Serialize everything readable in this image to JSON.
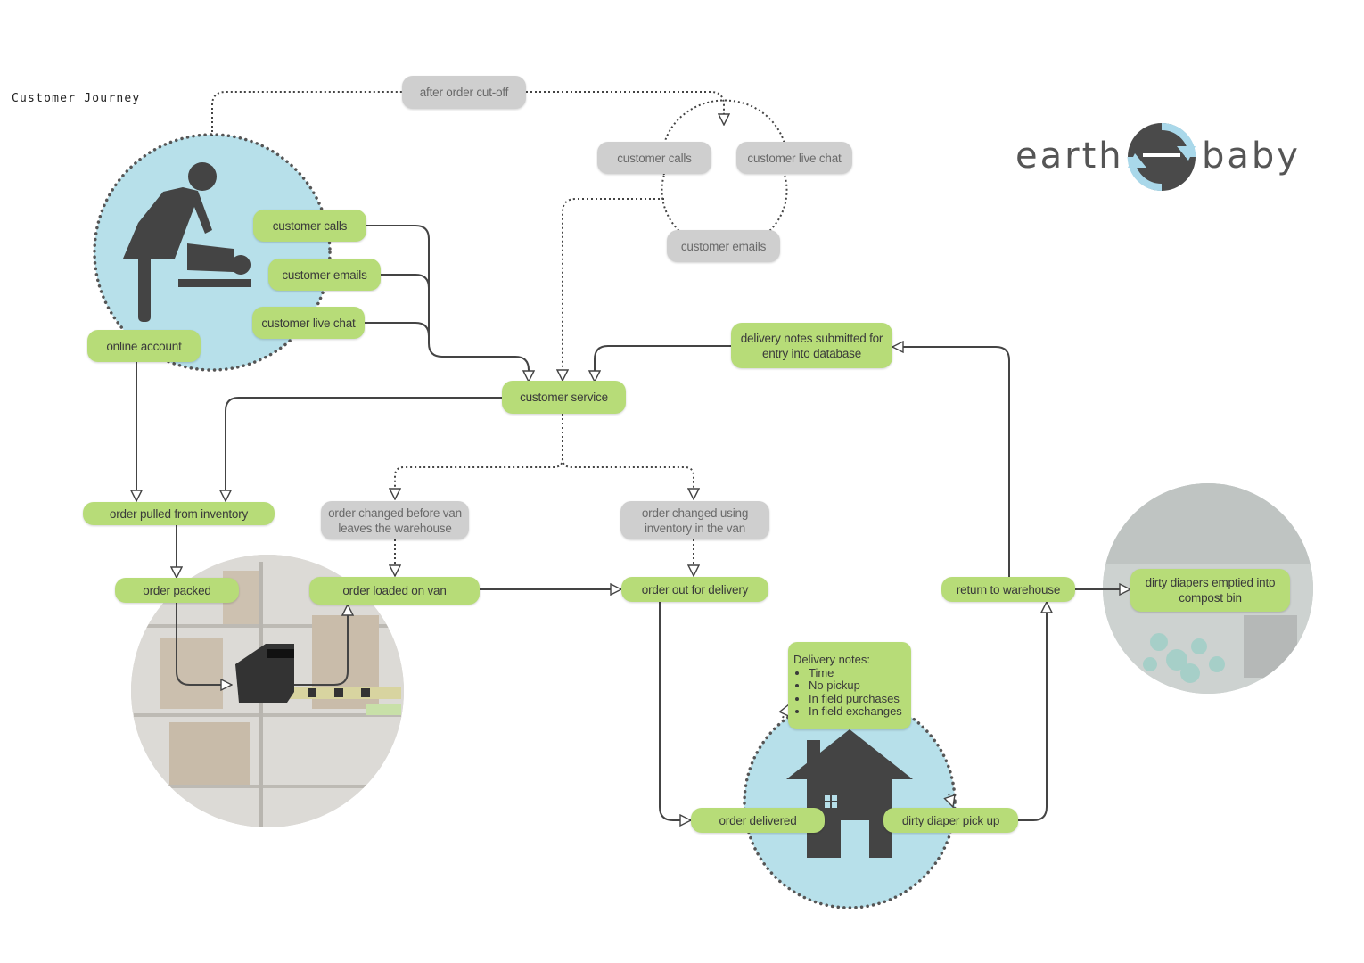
{
  "page_title": "Customer Journey",
  "logo": {
    "left": "earth",
    "right": "baby",
    "icon": "recycle-arrows-icon"
  },
  "colors": {
    "green": "#b7dc78",
    "gray": "#cfcfcf",
    "blue_circle": "#b7e0ea",
    "dark": "#4a4a4a"
  },
  "nodes": {
    "after_cutoff": "after order cut-off",
    "gray_calls": "customer calls",
    "gray_chat": "customer live chat",
    "gray_emails": "customer emails",
    "green_calls": "customer calls",
    "green_emails": "customer emails",
    "green_chat": "customer live chat",
    "online_account": "online account",
    "delivery_notes_submitted": "delivery notes submitted for entry into database",
    "customer_service": "customer service",
    "order_pulled": "order pulled from inventory",
    "order_changed_before": "order changed before van leaves the  warehouse",
    "order_changed_using": "order changed using inventory in the van",
    "order_packed": "order packed",
    "order_loaded": "order loaded on van",
    "order_out": "order out for delivery",
    "return_warehouse": "return to warehouse",
    "dirty_emptied": "dirty diapers emptied into compost bin",
    "order_delivered": "order delivered",
    "dirty_pickup": "dirty diaper pick up"
  },
  "delivery_notes": {
    "title": "Delivery notes:",
    "items": [
      "Time",
      "No pickup",
      "In field purchases",
      "In field exchanges"
    ]
  },
  "icons": [
    "parent-changing-baby-icon",
    "storage-box-icon",
    "house-icon"
  ]
}
